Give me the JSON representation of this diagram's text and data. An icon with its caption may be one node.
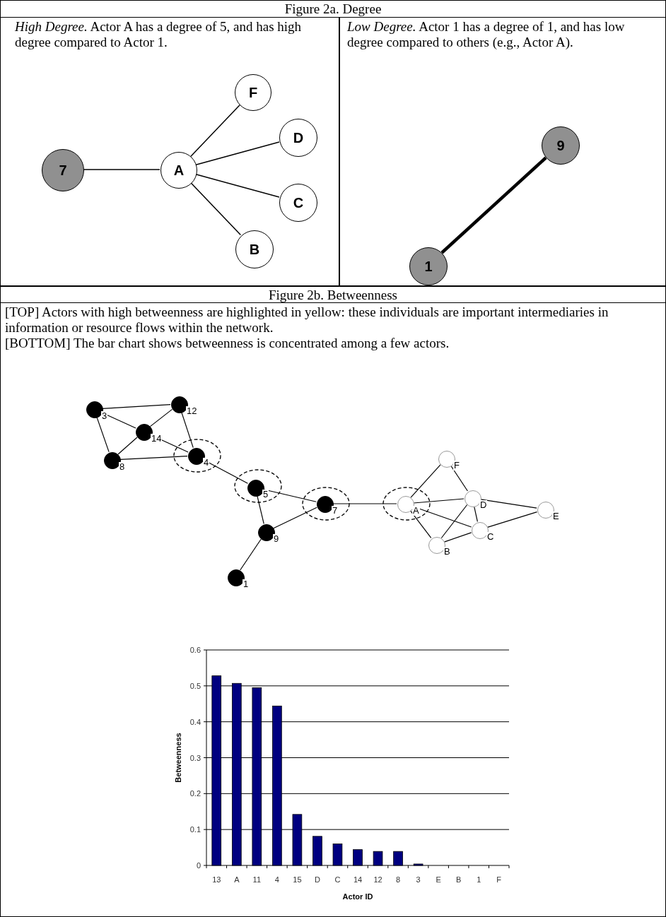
{
  "diagram": {
    "nodes": [
      {
        "text": [
          "*High Degree.*  Actor A has a degree of 5, and has high degree compared to Actor 1."
        ]
      },
      {
        "text": [
          "7"
        ],
        "in": 0
      },
      {
        "text": [
          "A"
        ],
        "in": 0
      },
      {
        "text": [
          "F"
        ],
        "in": 0
      },
      {
        "text": [
          "D"
        ],
        "in": 0
      },
      {
        "text": [
          "C"
        ],
        "in": 0
      },
      {
        "text": [
          "B"
        ],
        "in": 0
      },
      {
        "text": [
          "*Low Degree.*  Actor 1 has a degree of 1, and has low degree compared to others (e.g., Actor A)."
        ]
      },
      {
        "text": [
          "9"
        ],
        "in": 7
      },
      {
        "text": [
          "1"
        ],
        "in": 7
      },
      {
        "text": [
          "[TOP] Actors with high betweenness are highlighted in yellow: these individuals are important intermediaries in information or resource flows within the network.",
          "[BOTTOM] The bar chart shows betweenness is concentrated among a few actors."
        ]
      },
      {
        "text": [],
        "shape": "circle",
        "beside": [
          "3"
        ],
        "in": 10
      },
      {
        "text": [],
        "shape": "circle",
        "beside": [
          "12"
        ],
        "in": 10
      },
      {
        "text": [],
        "shape": "circle",
        "beside": [
          "14"
        ],
        "in": 10
      },
      {
        "text": [],
        "shape": "circle",
        "beside": [
          "8"
        ],
        "in": 10
      },
      {
        "text": [],
        "shape": "circle",
        "beside": [
          "4"
        ],
        "in": 10
      },
      {
        "text": [],
        "shape": "circle",
        "beside": [
          "5"
        ],
        "in": 10
      },
      {
        "text": [],
        "shape": "circle",
        "beside": [
          "7"
        ],
        "in": 10
      },
      {
        "text": [],
        "shape": "circle",
        "beside": [
          "9"
        ],
        "in": 10
      },
      {
        "text": [],
        "shape": "circle",
        "beside": [
          "1"
        ],
        "in": 10
      },
      {
        "text": [],
        "shape": "circle",
        "beside": [
          "A"
        ],
        "in": 10
      },
      {
        "text": [],
        "shape": "circle",
        "beside": [
          "F"
        ],
        "in": 10
      },
      {
        "text": [],
        "shape": "circle",
        "beside": [
          "D"
        ],
        "in": 10
      },
      {
        "text": [],
        "shape": "circle",
        "beside": [
          "C"
        ],
        "in": 10
      },
      {
        "text": [],
        "shape": "circle",
        "beside": [
          "B"
        ],
        "in": 10
      },
      {
        "text": [],
        "shape": "circle",
        "beside": [
          "E"
        ],
        "in": 10
      }
    ],
    "edges": [
      {
        "from": 1,
        "to": 2,
        "arrow": "none"
      },
      {
        "from": 2,
        "to": 3,
        "arrow": "none"
      },
      {
        "from": 2,
        "to": 4,
        "arrow": "none"
      },
      {
        "from": 2,
        "to": 5,
        "arrow": "none"
      },
      {
        "from": 2,
        "to": 6,
        "arrow": "none"
      },
      {
        "from": 8,
        "to": 9,
        "arrow": "none",
        "style": "thick"
      },
      {
        "from": 11,
        "to": 12,
        "arrow": "none"
      },
      {
        "from": 11,
        "to": 13,
        "arrow": "none"
      },
      {
        "from": 11,
        "to": 14,
        "arrow": "none"
      },
      {
        "from": 13,
        "to": 12,
        "arrow": "none"
      },
      {
        "from": 13,
        "to": 14,
        "arrow": "none"
      },
      {
        "from": 13,
        "to": 15,
        "arrow": "none"
      },
      {
        "from": 12,
        "to": 15,
        "arrow": "none"
      },
      {
        "from": 14,
        "to": 15,
        "arrow": "none"
      },
      {
        "from": 15,
        "to": 16,
        "arrow": "none"
      },
      {
        "from": 16,
        "to": 17,
        "arrow": "none"
      },
      {
        "from": 16,
        "to": 18,
        "arrow": "none"
      },
      {
        "from": 18,
        "to": 17,
        "arrow": "none"
      },
      {
        "from": 18,
        "to": 19,
        "arrow": "none"
      },
      {
        "from": 17,
        "to": 20,
        "arrow": "none"
      },
      {
        "from": 20,
        "to": 21,
        "arrow": "none"
      },
      {
        "from": 20,
        "to": 22,
        "arrow": "none"
      },
      {
        "from": 20,
        "to": 23,
        "arrow": "none"
      },
      {
        "from": 20,
        "to": 24,
        "arrow": "none"
      },
      {
        "from": 21,
        "to": 22,
        "arrow": "none"
      },
      {
        "from": 22,
        "to": 24,
        "arrow": "none"
      },
      {
        "from": 22,
        "to": 23,
        "arrow": "none"
      },
      {
        "from": 22,
        "to": 25,
        "arrow": "none"
      },
      {
        "from": 24,
        "to": 23,
        "arrow": "none"
      },
      {
        "from": 23,
        "to": 25,
        "arrow": "none"
      }
    ],
    "labels": [
      "Figure 2a.  Degree",
      "Figure 2b.  Betweenness"
    ],
    "chart_data": {
      "type": "bar",
      "xlabel": "Actor ID",
      "ylabel": "Betweenness",
      "categories": [
        "13",
        "A",
        "11",
        "4",
        "15",
        "D",
        "C",
        "14",
        "12",
        "8",
        "3",
        "E",
        "B",
        "1",
        "F"
      ],
      "series": [
        {
          "color": "#000080",
          "values": [
            0.528,
            0.507,
            0.495,
            0.444,
            0.142,
            0.081,
            0.06,
            0.044,
            0.039,
            0.039,
            0.004,
            0,
            0,
            0,
            0
          ]
        }
      ],
      "grid": true,
      "ylim": [
        0,
        0.6
      ],
      "yticks": [
        0,
        0.1,
        0.2,
        0.3,
        0.4,
        0.5,
        0.6
      ]
    }
  }
}
